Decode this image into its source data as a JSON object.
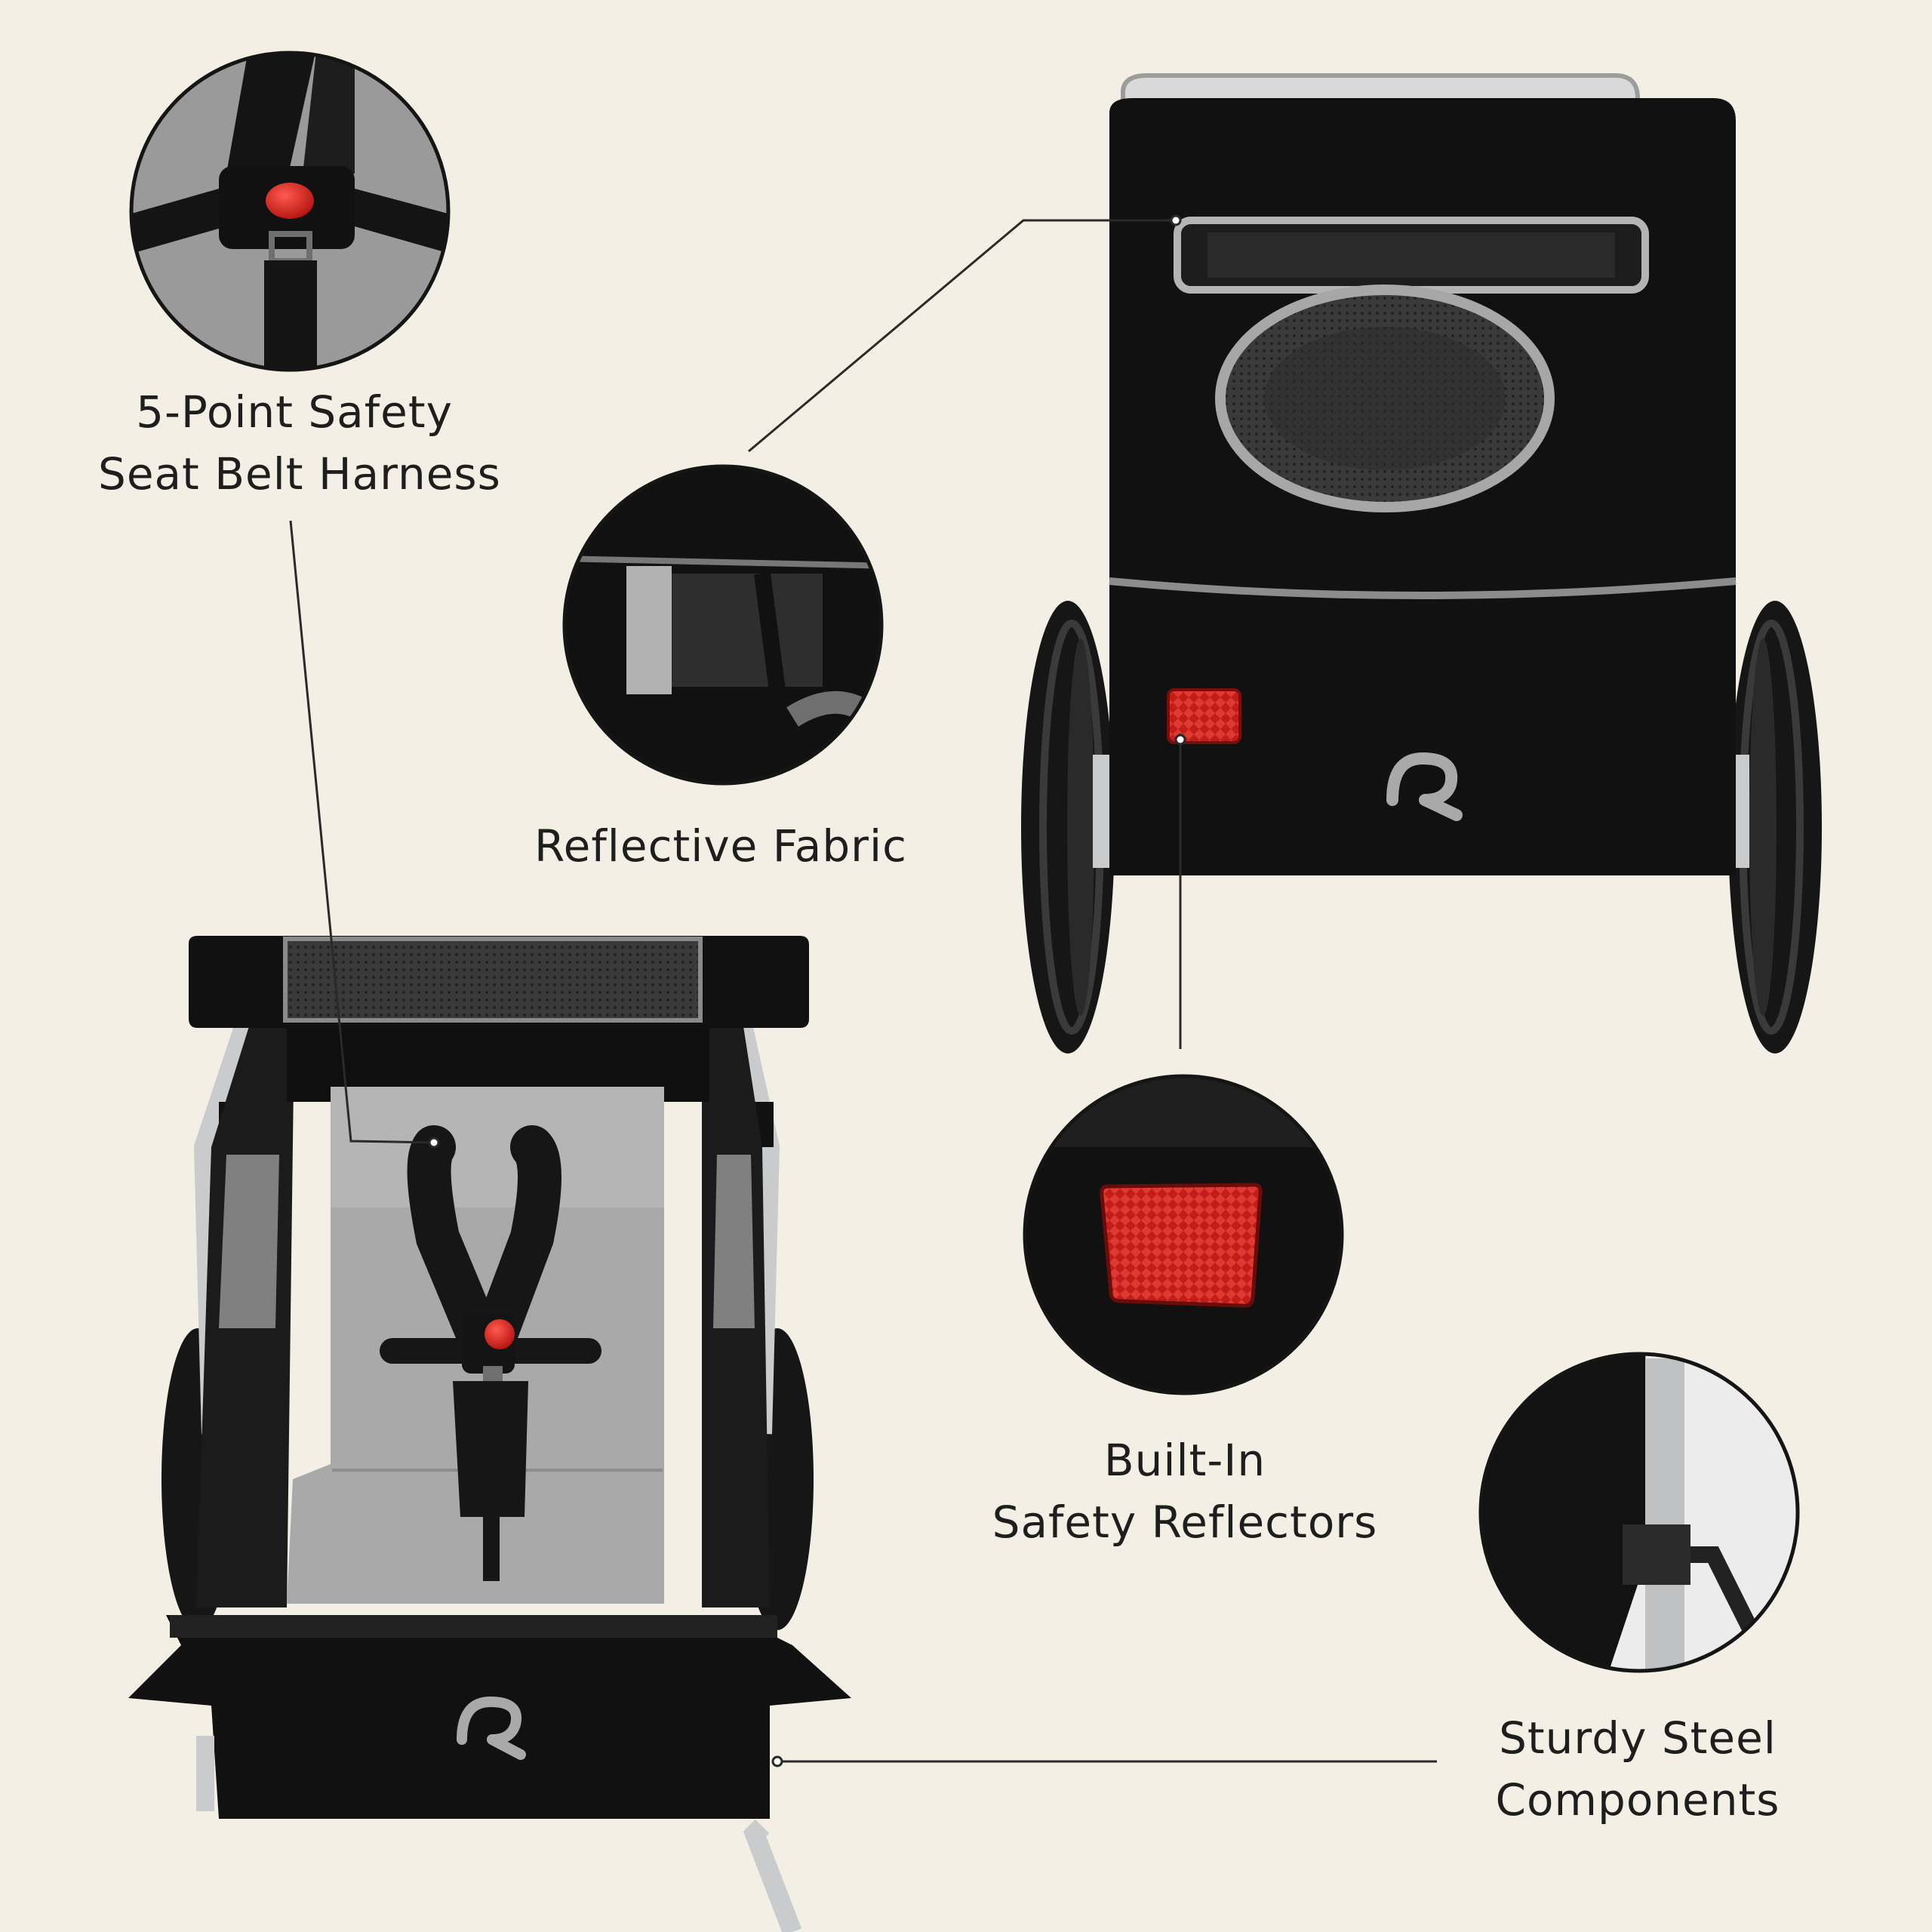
{
  "labels": {
    "harness": {
      "line1": "5-Point Safety",
      "line2": "Seat Belt Harness"
    },
    "fabric": {
      "line1": "Reflective Fabric"
    },
    "reflectors": {
      "line1": "Built-In",
      "line2": "Safety Reflectors"
    },
    "steel": {
      "line1": "Sturdy Steel",
      "line2": "Components"
    }
  },
  "colors": {
    "background": "#f4efe5",
    "trailer_body": "#111111",
    "seat_grey": "#a9a9a9",
    "frame_silver": "#c9cbcd",
    "reflector_red": "#c0201d",
    "leader_line": "#2a2a2a"
  },
  "icons": {
    "brand_logo": "stylized-R-logo-icon",
    "buckle": "red-buckle-button"
  }
}
